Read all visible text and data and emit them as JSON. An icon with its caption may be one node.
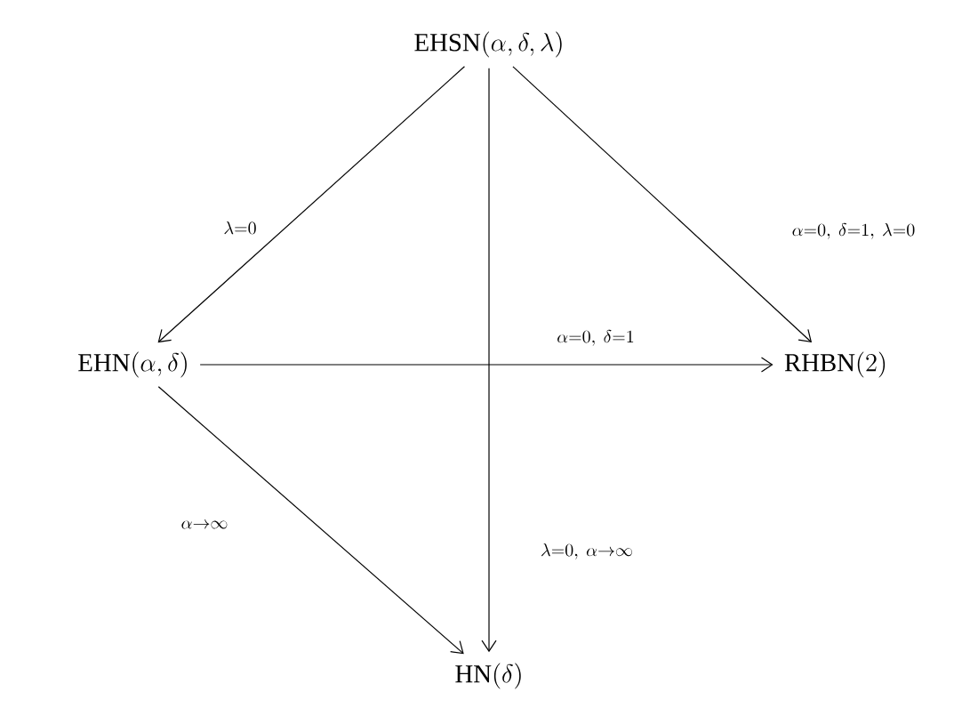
{
  "diagram": {
    "nodes": [
      {
        "text": [
          "\\mathrm{EHSN}(\\alpha,\\delta,\\lambda)"
        ]
      },
      {
        "text": [
          "\\mathrm{EHN}(\\alpha,\\delta)"
        ]
      },
      {
        "text": [
          "\\mathrm{RHBN}(2)"
        ]
      },
      {
        "text": [
          "\\mathrm{HN}(\\delta)"
        ]
      }
    ],
    "edges": [
      {
        "from": 0,
        "to": 1,
        "arrow": "to",
        "label": "\\lambda{=}0"
      },
      {
        "from": 0,
        "to": 2,
        "arrow": "to",
        "label": "\\alpha{=}0,\\ \\delta{=}1,\\ \\lambda{=}0"
      },
      {
        "from": 0,
        "to": 3,
        "arrow": "to",
        "label": "\\lambda{=}0,\\ \\alpha{\\to}\\infty"
      },
      {
        "from": 1,
        "to": 2,
        "arrow": "to",
        "label": "\\alpha{=}0,\\ \\delta{=}1"
      },
      {
        "from": 1,
        "to": 3,
        "arrow": "to",
        "label": "\\alpha{\\to}\\infty"
      }
    ]
  }
}
